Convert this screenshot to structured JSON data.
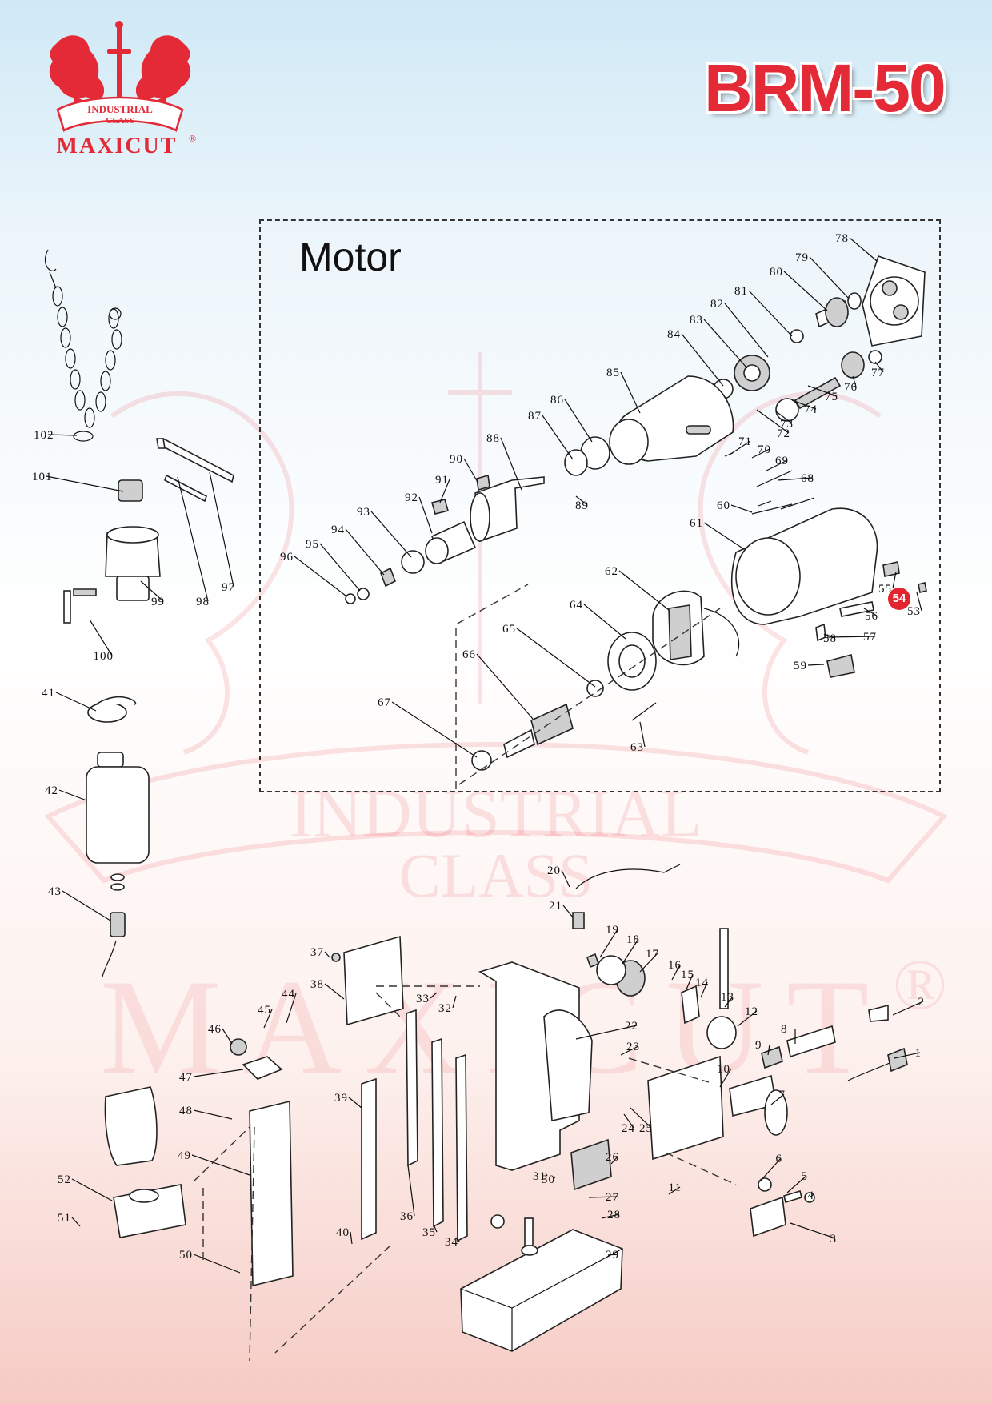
{
  "brand": {
    "banner_top": "INDUSTRIAL",
    "banner_bottom": "CLASS",
    "name": "MAXICUT",
    "registered_mark": "®"
  },
  "model": "BRM-50",
  "section_title": "Motor",
  "highlighted_part": "54",
  "watermark": {
    "line1": "INDUSTRIAL",
    "line2": "CLASS",
    "line3": "MAXICUT",
    "mark": "®"
  },
  "colors": {
    "brand_red": "#e42a36",
    "badge_red": "#e2242e",
    "line": "#111111"
  },
  "part_numbers": [
    "1",
    "2",
    "3",
    "4",
    "5",
    "6",
    "7",
    "8",
    "9",
    "10",
    "11",
    "12",
    "13",
    "14",
    "15",
    "16",
    "17",
    "18",
    "19",
    "20",
    "21",
    "22",
    "23",
    "24",
    "25",
    "26",
    "27",
    "28",
    "29",
    "30",
    "31",
    "32",
    "33",
    "34",
    "35",
    "36",
    "37",
    "38",
    "39",
    "40",
    "41",
    "42",
    "43",
    "44",
    "45",
    "46",
    "47",
    "48",
    "49",
    "50",
    "51",
    "52",
    "53",
    "54",
    "55",
    "56",
    "57",
    "58",
    "59",
    "60",
    "61",
    "62",
    "63",
    "64",
    "65",
    "66",
    "67",
    "68",
    "69",
    "70",
    "71",
    "72",
    "73",
    "74",
    "75",
    "76",
    "77",
    "78",
    "79",
    "80",
    "81",
    "82",
    "83",
    "84",
    "85",
    "86",
    "87",
    "88",
    "89",
    "90",
    "91",
    "92",
    "93",
    "94",
    "95",
    "96",
    "97",
    "98",
    "99",
    "100",
    "101",
    "102"
  ]
}
